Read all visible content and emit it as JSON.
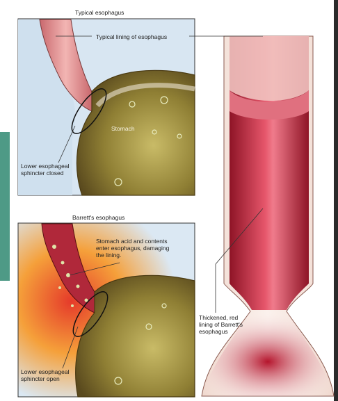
{
  "labels": {
    "panel1_title": "Typical esophagus",
    "typical_lining": "Typical lining of esophagus",
    "stomach": "Stomach",
    "les_closed_line1": "Lower esophageal",
    "les_closed_line2": "sphincter closed",
    "panel2_title": "Barrett's esophagus",
    "acid_line1": "Stomach acid and contents",
    "acid_line2": "enter esophagus, damaging",
    "acid_line3": "the lining.",
    "les_open_line1": "Lower esophageal",
    "les_open_line2": "sphincter open",
    "barrett_line1": "Thickened, red",
    "barrett_line2": "lining of Barrett's",
    "barrett_line3": "esophagus"
  },
  "colors": {
    "panel_background": "#d8e6f2",
    "esophagus_pink": "#e79a9c",
    "stomach_olive": "#a99b47",
    "barrett_red": "#c8263c",
    "inflammation_orange": "#f3a23b",
    "accent_band": "#4e9a86"
  }
}
